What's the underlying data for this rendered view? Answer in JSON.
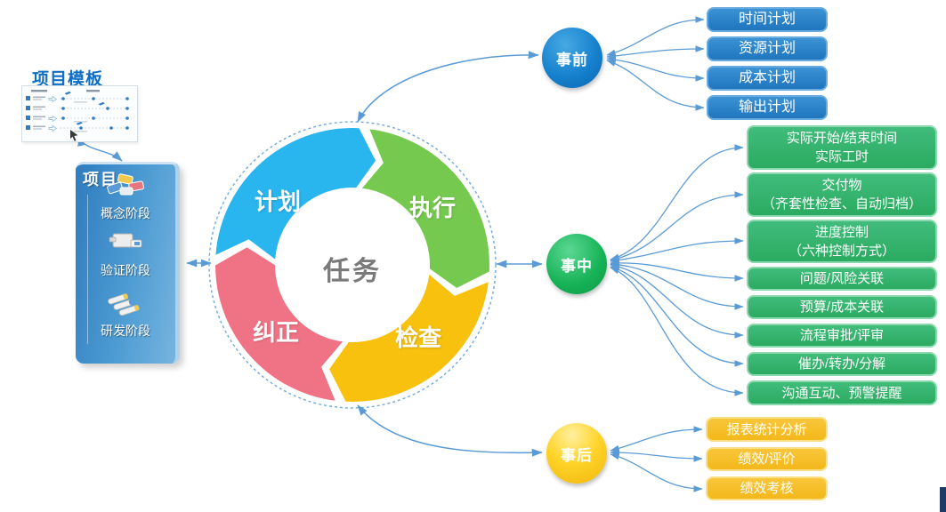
{
  "template_preview": {
    "title": "项目模板"
  },
  "project_panel": {
    "title": "项目",
    "stages": [
      {
        "label": "概念阶段"
      },
      {
        "label": "验证阶段"
      },
      {
        "label": "研发阶段"
      }
    ]
  },
  "cycle": {
    "center_label": "任务",
    "segments": [
      {
        "label": "计划",
        "color": "#29B5EE"
      },
      {
        "label": "执行",
        "color": "#76C94F"
      },
      {
        "label": "检查",
        "color": "#F7C10E"
      },
      {
        "label": "纠正",
        "color": "#F07385"
      }
    ]
  },
  "colors": {
    "arrow": "#5B9BD5"
  },
  "phases": [
    {
      "label": "事前",
      "color": "#1B7FC9",
      "items": [
        {
          "lines": [
            "时间计划"
          ]
        },
        {
          "lines": [
            "资源计划"
          ]
        },
        {
          "lines": [
            "成本计划"
          ]
        },
        {
          "lines": [
            "输出计划"
          ]
        }
      ]
    },
    {
      "label": "事中",
      "color": "#1EB257",
      "items": [
        {
          "lines": [
            "实际开始/结束时间",
            "实际工时"
          ]
        },
        {
          "lines": [
            "交付物",
            "（齐套性检查、自动归档）"
          ]
        },
        {
          "lines": [
            "进度控制",
            "（六种控制方式）"
          ]
        },
        {
          "lines": [
            "问题/风险关联"
          ]
        },
        {
          "lines": [
            "预算/成本关联"
          ]
        },
        {
          "lines": [
            "流程审批/评审"
          ]
        },
        {
          "lines": [
            "催办/转办/分解"
          ]
        },
        {
          "lines": [
            "沟通互动、预警提醒"
          ]
        }
      ]
    },
    {
      "label": "事后",
      "color": "#F5BE18",
      "items": [
        {
          "lines": [
            "报表统计分析"
          ]
        },
        {
          "lines": [
            "绩效/评价"
          ]
        },
        {
          "lines": [
            "绩效考核"
          ]
        }
      ]
    }
  ]
}
